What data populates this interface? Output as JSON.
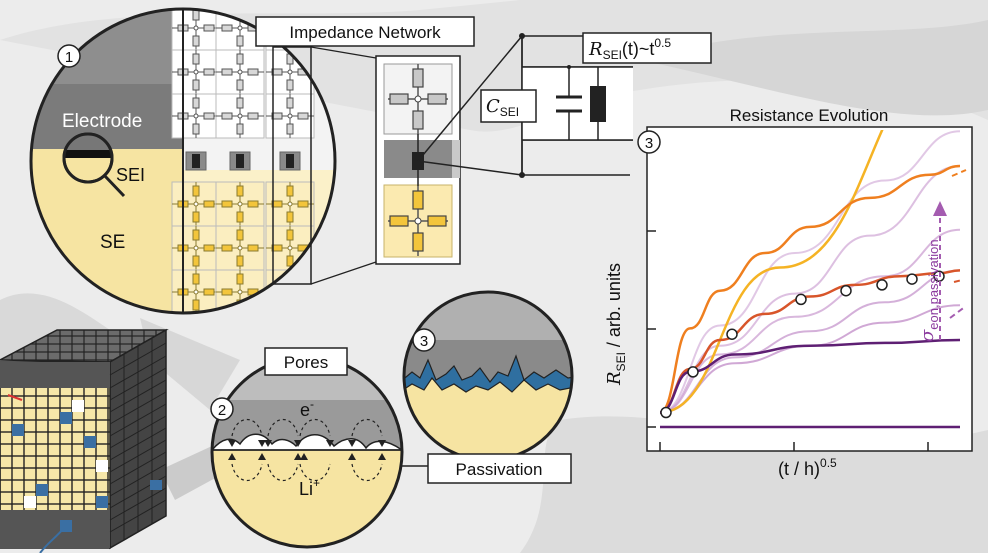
{
  "labels": {
    "impedance_network": "Impedance Network",
    "electrode": "Electrode",
    "sei": "SEI",
    "se": "SE",
    "pores": "Pores",
    "passivation": "Passivation",
    "electron": "e",
    "electron_sup": "-",
    "lithium": "Li",
    "lithium_sup": "+",
    "c_sei_main": "C",
    "c_sei_sub": "SEI",
    "r_sei_main": "R",
    "r_sei_sub": "SEI",
    "r_sei_expr": "(t)~t",
    "r_sei_exp": "0.5"
  },
  "markers": {
    "m1": "1",
    "m2": "2",
    "m3_circle": "3",
    "m3_chart": "3"
  },
  "chart_data": {
    "type": "line",
    "title": "Resistance Evolution",
    "ylabel_main": "R",
    "ylabel_sub": "SEI",
    "ylabel_rest": " / arb. units",
    "xlabel": "(t / h)",
    "xlabel_exp": "0.5",
    "annotation_main": "σ",
    "annotation_sub": "eon,passivation",
    "series": [
      {
        "color": "#f5b324",
        "x": [
          0,
          0.4,
          1.0
        ],
        "y": [
          0.05,
          0.55,
          1.3
        ]
      },
      {
        "color": "#ef7f1f",
        "x": [
          0,
          0.1,
          0.2,
          0.35,
          0.5,
          0.7,
          0.9,
          1.0
        ],
        "y": [
          0.05,
          0.34,
          0.47,
          0.6,
          0.69,
          0.79,
          0.87,
          0.9
        ]
      },
      {
        "color": "#d8552a",
        "x": [
          0,
          0.1,
          0.2,
          0.35,
          0.5,
          0.65,
          0.8,
          0.93,
          1.0
        ],
        "y": [
          0.05,
          0.2,
          0.3,
          0.39,
          0.45,
          0.49,
          0.52,
          0.53,
          0.54
        ]
      },
      {
        "color": "#5e1f73",
        "x": [
          0,
          0.1,
          0.25,
          0.5,
          0.75,
          1.0
        ],
        "y": [
          0.05,
          0.19,
          0.25,
          0.28,
          0.29,
          0.3
        ]
      },
      {
        "color": "#5e1f73",
        "x": [
          0,
          1.0
        ],
        "y": [
          0.0,
          0.0
        ]
      }
    ],
    "faded_series": [
      {
        "x": [
          0,
          0.2,
          0.45,
          0.75,
          1.0
        ],
        "y": [
          0.05,
          0.35,
          0.6,
          0.85,
          1.02
        ]
      },
      {
        "x": [
          0,
          0.2,
          0.45,
          0.7,
          1.0
        ],
        "y": [
          0.05,
          0.28,
          0.46,
          0.66,
          0.9
        ]
      },
      {
        "x": [
          0,
          0.2,
          0.45,
          0.75,
          1.0
        ],
        "y": [
          0.05,
          0.25,
          0.38,
          0.52,
          0.68
        ]
      },
      {
        "x": [
          0,
          0.25,
          0.5,
          0.75,
          1.0
        ],
        "y": [
          0.05,
          0.24,
          0.33,
          0.43,
          0.54
        ]
      },
      {
        "x": [
          0,
          0.25,
          0.5,
          0.75,
          1.0
        ],
        "y": [
          0.05,
          0.22,
          0.28,
          0.36,
          0.42
        ]
      }
    ],
    "points": {
      "x": [
        0.02,
        0.11,
        0.24,
        0.47,
        0.62,
        0.74,
        0.84,
        0.93
      ],
      "y": [
        0.05,
        0.19,
        0.32,
        0.44,
        0.47,
        0.49,
        0.51,
        0.52
      ]
    },
    "xlim": [
      0,
      1.1
    ],
    "ylim": [
      0,
      1.1
    ],
    "grid": false
  }
}
